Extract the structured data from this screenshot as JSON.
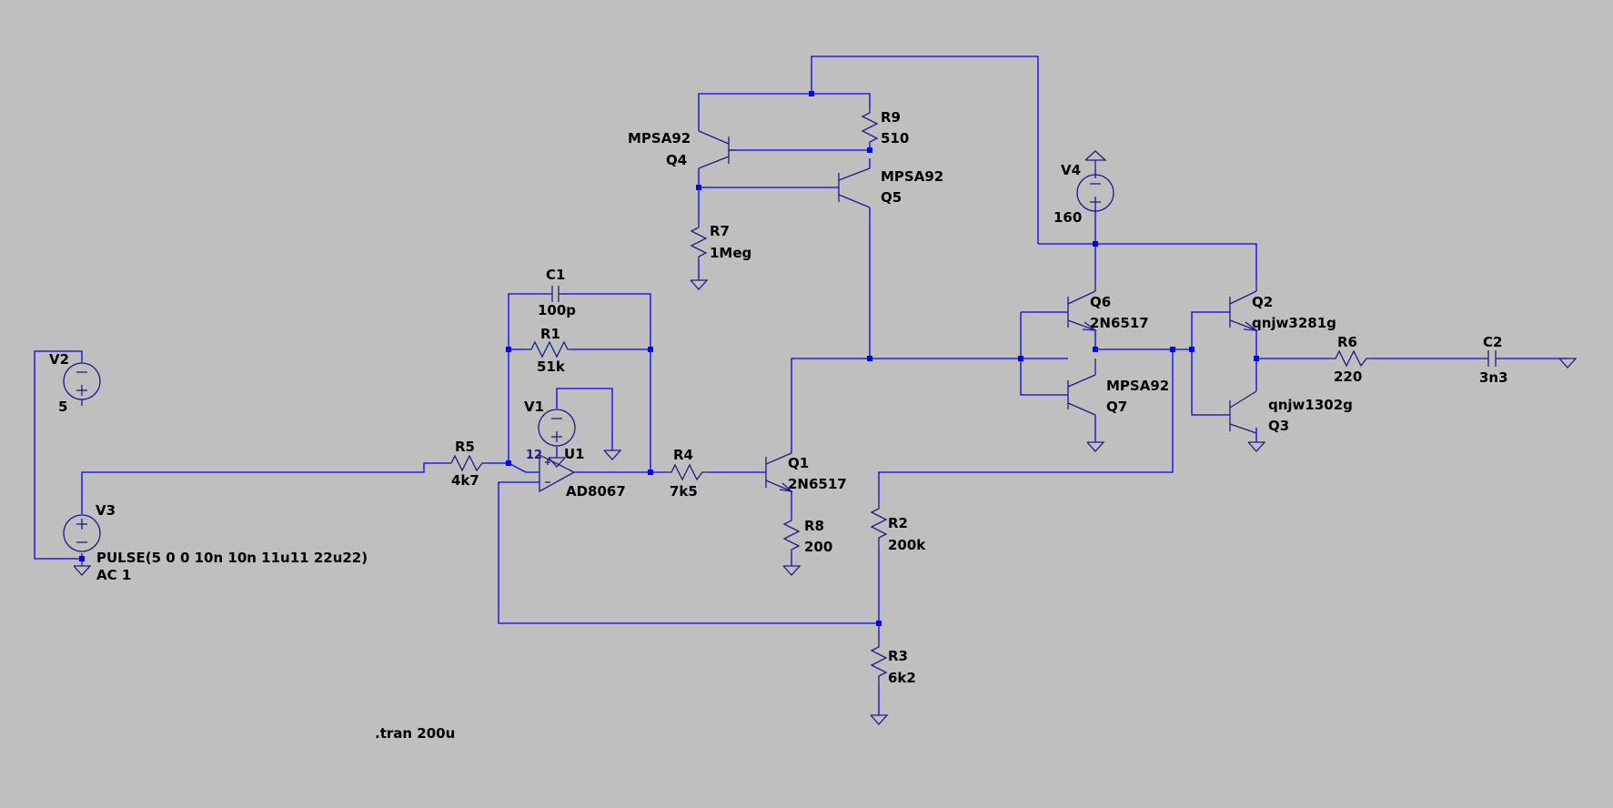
{
  "components": {
    "V1": {
      "ref": "V1"
    },
    "V2": {
      "ref": "V2",
      "value": "5"
    },
    "V3": {
      "ref": "V3",
      "value": "PULSE(5 0 0 10n 10n 11u11 22u22)",
      "ac": "AC 1"
    },
    "V4": {
      "ref": "V4",
      "value": "160"
    },
    "U1": {
      "ref": "U1",
      "value": "AD8067",
      "pins": "12"
    },
    "C1": {
      "ref": "C1",
      "value": "100p"
    },
    "C2": {
      "ref": "C2",
      "value": "3n3"
    },
    "R1": {
      "ref": "R1",
      "value": "51k"
    },
    "R2": {
      "ref": "R2",
      "value": "200k"
    },
    "R3": {
      "ref": "R3",
      "value": "6k2"
    },
    "R4": {
      "ref": "R4",
      "value": "7k5"
    },
    "R5": {
      "ref": "R5",
      "value": "4k7"
    },
    "R6": {
      "ref": "R6",
      "value": "220"
    },
    "R7": {
      "ref": "R7",
      "value": "1Meg"
    },
    "R8": {
      "ref": "R8",
      "value": "200"
    },
    "R9": {
      "ref": "R9",
      "value": "510"
    },
    "Q1": {
      "ref": "Q1",
      "value": "2N6517"
    },
    "Q2": {
      "ref": "Q2",
      "value": "qnjw3281g"
    },
    "Q3": {
      "ref": "Q3",
      "value": "qnjw1302g"
    },
    "Q4": {
      "ref": "Q4",
      "value": "MPSA92"
    },
    "Q5": {
      "ref": "Q5",
      "value": "MPSA92"
    },
    "Q6": {
      "ref": "Q6",
      "value": "2N6517"
    },
    "Q7": {
      "ref": "Q7",
      "value": "MPSA92"
    }
  },
  "directives": {
    "tran": ".tran 200u"
  },
  "colors": {
    "background": "#bfbfbf",
    "wire": "#0000ff",
    "component": "#1c1c86",
    "text": "#000000"
  }
}
